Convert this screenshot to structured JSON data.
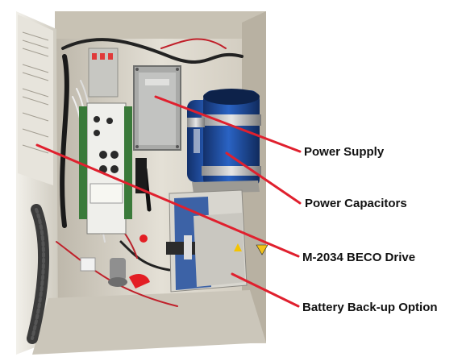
{
  "callouts": {
    "power_supply": "Power Supply",
    "power_capacitors": "Power Capacitors",
    "drive": "M-2034 BECO Drive",
    "battery": "Battery Back-up Option"
  },
  "colors": {
    "leader_line": "#e0202e",
    "capacitor_blue": "#1c4fa0",
    "enclosure": "#d9d4c8"
  }
}
